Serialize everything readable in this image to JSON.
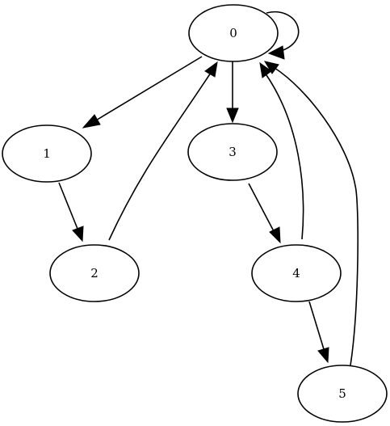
{
  "graph": {
    "nodes": [
      {
        "id": "n0",
        "label": "0"
      },
      {
        "id": "n1",
        "label": "1"
      },
      {
        "id": "n2",
        "label": "2"
      },
      {
        "id": "n3",
        "label": "3"
      },
      {
        "id": "n4",
        "label": "4"
      },
      {
        "id": "n5",
        "label": "5"
      }
    ],
    "edges": [
      {
        "from": "0",
        "to": "0"
      },
      {
        "from": "0",
        "to": "1"
      },
      {
        "from": "0",
        "to": "3"
      },
      {
        "from": "1",
        "to": "2"
      },
      {
        "from": "2",
        "to": "0"
      },
      {
        "from": "3",
        "to": "4"
      },
      {
        "from": "4",
        "to": "0"
      },
      {
        "from": "4",
        "to": "5"
      },
      {
        "from": "5",
        "to": "0"
      }
    ]
  },
  "colors": {
    "node_fill": "#ffffff",
    "stroke": "#000000",
    "background": "#ffffff"
  }
}
